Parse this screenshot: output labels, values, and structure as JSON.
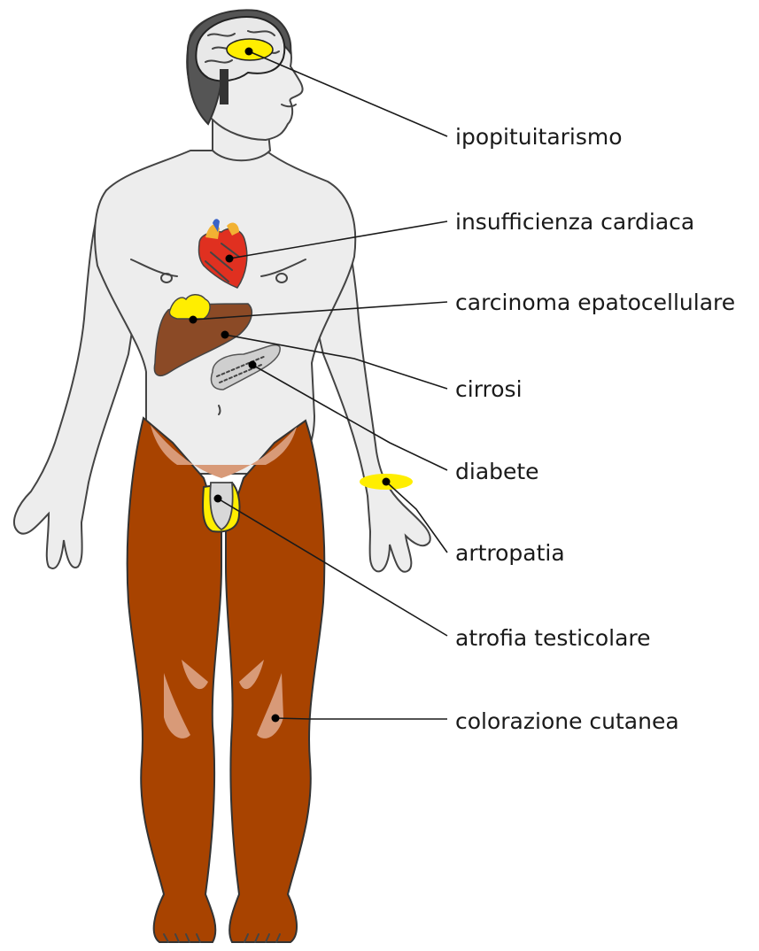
{
  "colors": {
    "skin": "#ededed",
    "hair": "#555555",
    "leg_pigment": "#a84300",
    "highlight_yellow": "#ffee00",
    "liver": "#8b4a26",
    "heart": "#e03020"
  },
  "labels": [
    {
      "id": "ipopituitarismo",
      "text": "ipopituitarismo"
    },
    {
      "id": "insufficienza-cardiaca",
      "text": "insufficienza cardiaca"
    },
    {
      "id": "carcinoma-epatocellulare",
      "text": "carcinoma epatocellulare"
    },
    {
      "id": "cirrosi",
      "text": "cirrosi"
    },
    {
      "id": "diabete",
      "text": "diabete"
    },
    {
      "id": "artropatia",
      "text": "artropatia"
    },
    {
      "id": "atrofia-testicolare",
      "text": "atrofia testicolare"
    },
    {
      "id": "colorazione-cutanea",
      "text": "colorazione cutanea"
    }
  ]
}
